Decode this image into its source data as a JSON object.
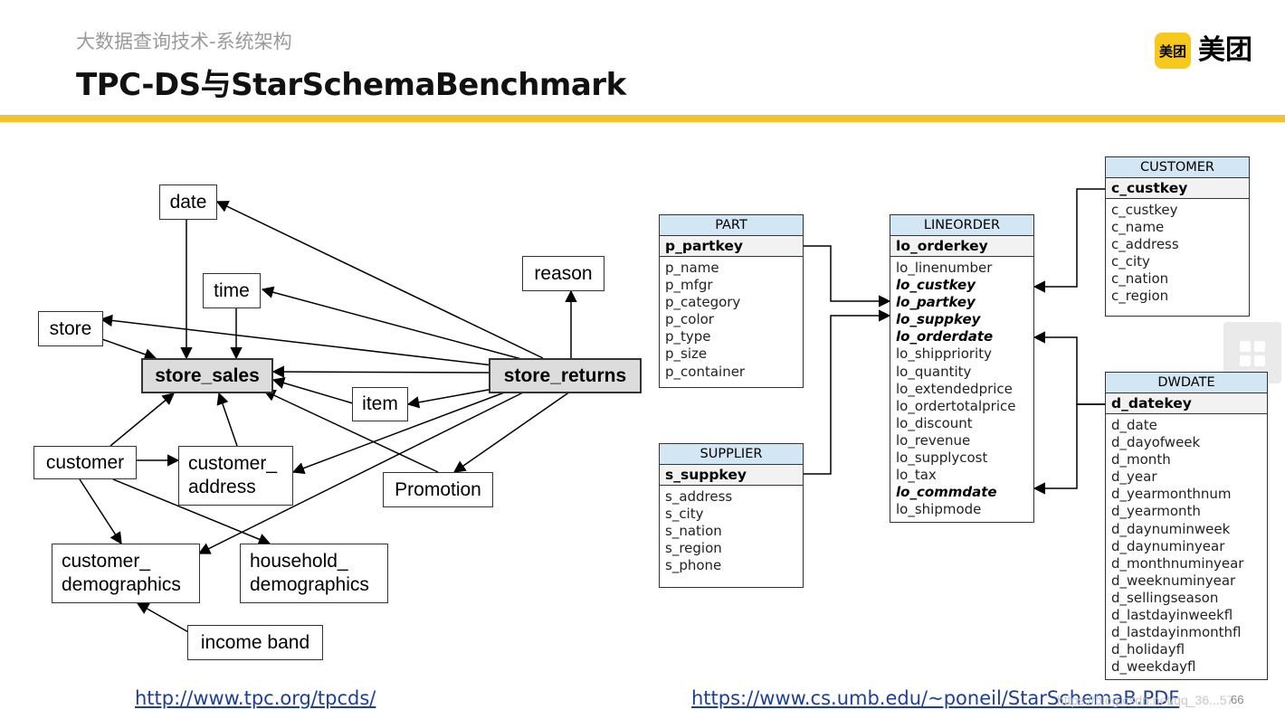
{
  "header": {
    "subtitle": "大数据查询技术-系统架构",
    "title": "TPC-DS与StarSchemaBenchmark",
    "logo_badge": "美团",
    "logo_text": "美团",
    "accent_color": "#f2c230"
  },
  "tpcds": {
    "date": "date",
    "time": "time",
    "store": "store",
    "reason": "reason",
    "store_sales": "store_sales",
    "store_returns": "store_returns",
    "item": "item",
    "customer": "customer",
    "customer_address": [
      "customer_",
      "address"
    ],
    "promotion": "Promotion",
    "customer_demographics": [
      "customer_",
      "demographics"
    ],
    "household_demographics": [
      "household_",
      "demographics"
    ],
    "income_band": "income band"
  },
  "ssb": {
    "part": {
      "header": "PART",
      "key": "p_partkey",
      "fields": [
        {
          "name": "p_name"
        },
        {
          "name": "p_mfgr"
        },
        {
          "name": "p_category"
        },
        {
          "name": "p_color"
        },
        {
          "name": "p_type"
        },
        {
          "name": "p_size"
        },
        {
          "name": "p_container"
        }
      ]
    },
    "supplier": {
      "header": "SUPPLIER",
      "key": "s_suppkey",
      "fields": [
        {
          "name": "s_address"
        },
        {
          "name": "s_city"
        },
        {
          "name": "s_nation"
        },
        {
          "name": "s_region"
        },
        {
          "name": "s_phone"
        }
      ]
    },
    "lineorder": {
      "header": "LINEORDER",
      "key": "lo_orderkey",
      "fields": [
        {
          "name": "lo_linenumber"
        },
        {
          "name": "lo_custkey",
          "fk": true
        },
        {
          "name": "lo_partkey",
          "fk": true
        },
        {
          "name": "lo_suppkey",
          "fk": true
        },
        {
          "name": "lo_orderdate",
          "fk": true
        },
        {
          "name": "lo_shippriority"
        },
        {
          "name": "lo_quantity"
        },
        {
          "name": "lo_extendedprice"
        },
        {
          "name": "lo_ordertotalprice"
        },
        {
          "name": "lo_discount"
        },
        {
          "name": "lo_revenue"
        },
        {
          "name": "lo_supplycost"
        },
        {
          "name": "lo_tax"
        },
        {
          "name": "lo_commdate",
          "fk": true
        },
        {
          "name": "lo_shipmode"
        }
      ]
    },
    "customer": {
      "header": "CUSTOMER",
      "key": "c_custkey",
      "fields": [
        {
          "name": "c_custkey"
        },
        {
          "name": "c_name"
        },
        {
          "name": "c_address"
        },
        {
          "name": "c_city"
        },
        {
          "name": "c_nation"
        },
        {
          "name": "c_region"
        }
      ]
    },
    "dwdate": {
      "header": "DWDATE",
      "key": "d_datekey",
      "fields": [
        {
          "name": "d_date"
        },
        {
          "name": "d_dayofweek"
        },
        {
          "name": "d_month"
        },
        {
          "name": "d_year"
        },
        {
          "name": "d_yearmonthnum"
        },
        {
          "name": "d_yearmonth"
        },
        {
          "name": "d_daynuminweek"
        },
        {
          "name": "d_daynuminyear"
        },
        {
          "name": "d_monthnuminyear"
        },
        {
          "name": "d_weeknuminyear"
        },
        {
          "name": "d_sellingseason"
        },
        {
          "name": "d_lastdayinweekfl"
        },
        {
          "name": "d_lastdayinmonthfl"
        },
        {
          "name": "d_holidayfl"
        },
        {
          "name": "d_weekdayfl"
        }
      ]
    }
  },
  "links": {
    "tpcds": "http://www.tpc.org/tpcds/",
    "ssb": "https://www.cs.umb.edu/~poneil/StarSchemaB.PDF"
  },
  "watermark": "https://blog.csdn.net/qq_36...57",
  "page_number": "66"
}
